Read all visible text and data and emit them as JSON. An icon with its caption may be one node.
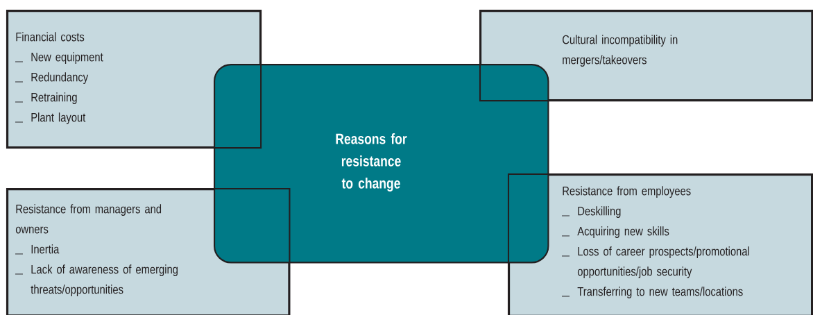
{
  "diagram": {
    "nodes": [
      {
        "text": [
          "Reasons for resistance to change"
        ]
      },
      {
        "text": [
          "Financial costs",
          "New equipment",
          "Redundancy",
          "Retraining",
          "Plant layout"
        ]
      },
      {
        "text": [
          "Cultural incompatibility in mergers/takeovers"
        ]
      },
      {
        "text": [
          "Resistance from managers and owners",
          "Inertia",
          "Lack of awareness of emerging threats/opportunities"
        ]
      },
      {
        "text": [
          "Resistance from employees",
          "Deskilling",
          "Acquiring new skills",
          "Loss of career prospects/promotional opportunities/job security",
          "Transferring to new teams/locations"
        ]
      }
    ]
  }
}
